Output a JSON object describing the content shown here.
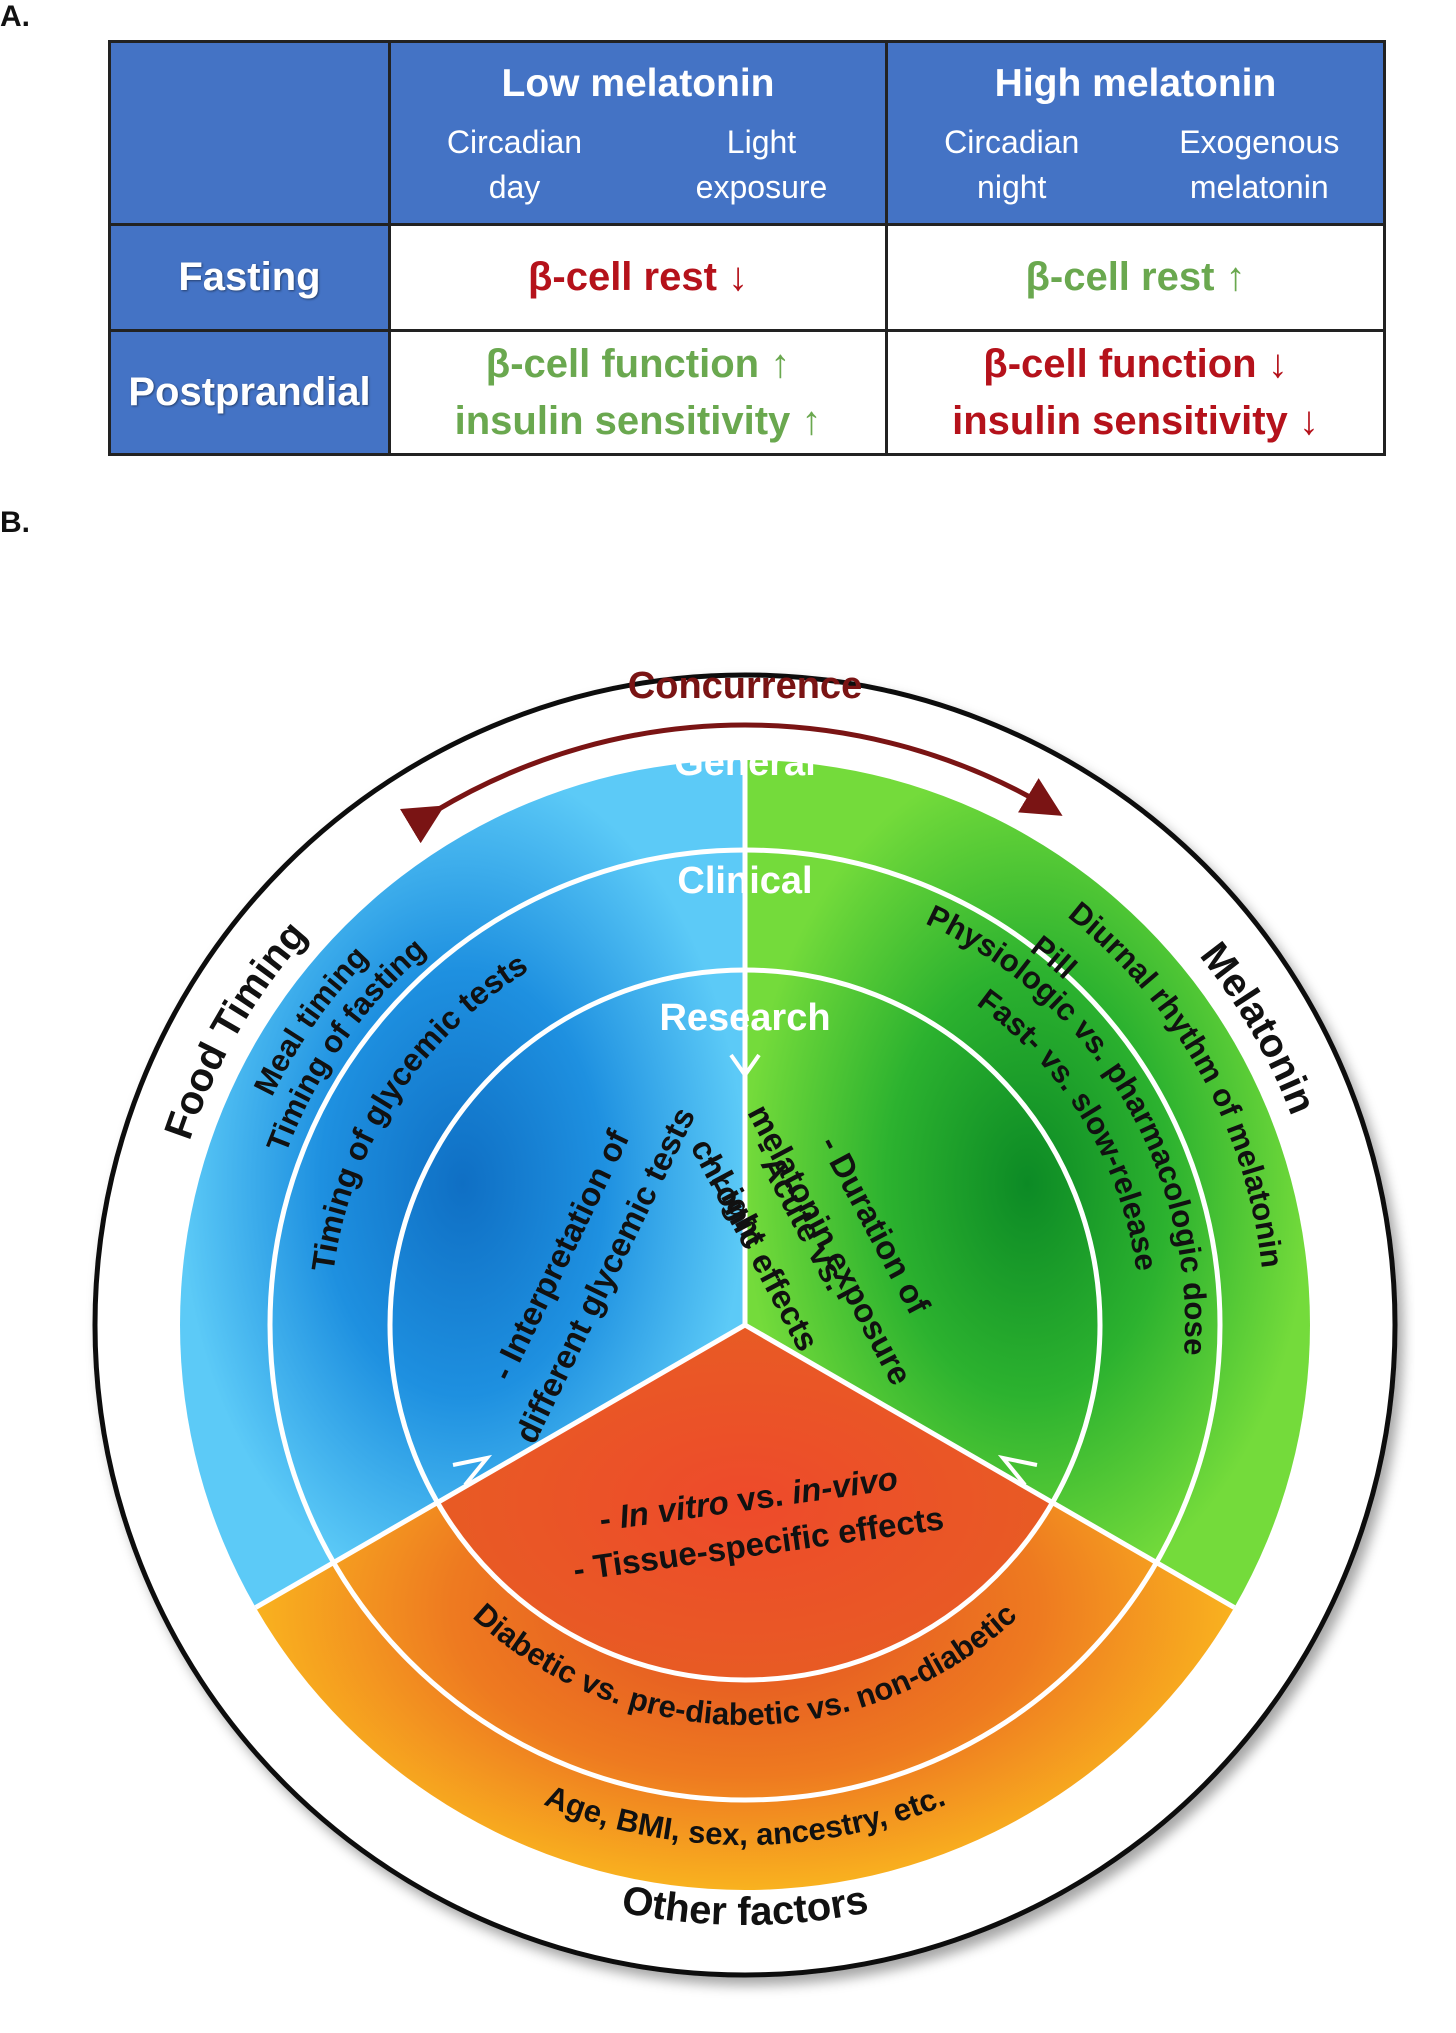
{
  "panel_a": {
    "letter": "A.",
    "groups": [
      {
        "title": "Low melatonin",
        "subs": [
          "Circadian\nday",
          "Light\nexposure"
        ]
      },
      {
        "title": "High melatonin",
        "subs": [
          "Circadian\nnight",
          "Exogenous\nmelatonin"
        ]
      }
    ],
    "rows": [
      {
        "label": "Fasting",
        "cells": [
          {
            "lines": [
              "β-cell rest ↓"
            ],
            "color": "#b5121b"
          },
          {
            "lines": [
              "β-cell rest ↑"
            ],
            "color": "#6aa84f"
          }
        ]
      },
      {
        "label": "Postprandial",
        "cells": [
          {
            "lines": [
              "β-cell function ↑",
              "insulin sensitivity ↑"
            ],
            "color": "#6aa84f"
          },
          {
            "lines": [
              "β-cell function ↓",
              "insulin sensitivity ↓"
            ],
            "color": "#b5121b"
          }
        ]
      }
    ]
  },
  "panel_b": {
    "letter": "B.",
    "concurrence": "Concurrence",
    "rings": {
      "general": "General",
      "clinical": "Clinical",
      "research": "Research"
    },
    "food_timing": {
      "title": "Food Timing",
      "general": [
        "Meal timing",
        "Timing of fasting"
      ],
      "clinical": "Timing of glycemic tests",
      "research": [
        "- Interpretation of",
        "different glycemic tests"
      ]
    },
    "melatonin": {
      "title": "Melatonin",
      "general": [
        "Diurnal rhythm of melatonin",
        "Pill"
      ],
      "clinical": [
        "Physiologic vs. pharmacologic dose",
        "Fast- vs. slow-release"
      ],
      "research": [
        "- Duration of",
        "melatonin exposure",
        "- Acute vs.",
        "chronic effects",
        "- Light"
      ]
    },
    "other": {
      "title": "Other factors",
      "general": "Age, BMI, sex, ancestry, etc.",
      "clinical": "Diabetic vs. pre-diabetic vs. non-diabetic",
      "research_line1": {
        "prefix": "- ",
        "a": "In vitro",
        "mid": " vs. ",
        "b": "in-vivo"
      },
      "research_line2": "- Tissue-specific effects"
    },
    "colors": {
      "blue": "#2aa6ec",
      "green": "#3cc23a",
      "orange": "#f08a24",
      "red": "#e9452b",
      "arrow": "#7a1414"
    }
  }
}
